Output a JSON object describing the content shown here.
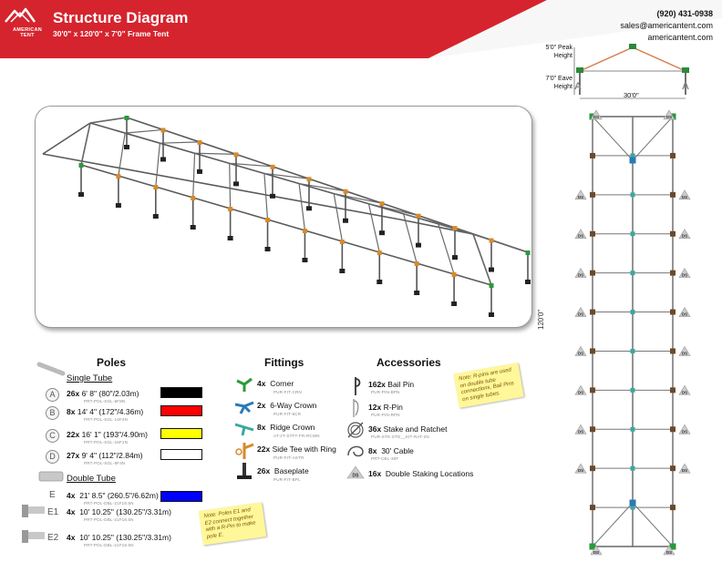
{
  "header": {
    "brand_line1": "AMERICAN",
    "brand_line2": "TENT",
    "title": "Structure Diagram",
    "subtitle": "30'0\" x 120'0\" x 7'0\" Frame Tent",
    "phone": "(920) 431-0938",
    "email": "sales@americantent.com",
    "website": "americantent.com",
    "colors": {
      "brand_red": "#d5242e"
    }
  },
  "elevation": {
    "peak_label": "5'0\" Peak Height",
    "eave_label": "7'0\" Eave Height",
    "width_label": "30'0\"",
    "pole_label": "A"
  },
  "plan": {
    "length_label": "120'0\"",
    "ds_label": "DS"
  },
  "poles": {
    "heading": "Poles",
    "single_heading": "Single Tube",
    "double_heading": "Double Tube",
    "items": [
      {
        "letter": "A",
        "qty": "26x",
        "size": "6' 8\" (80\"/2.03m)",
        "code": "PRT-POL-SGL-6F8N",
        "color": "#000000"
      },
      {
        "letter": "B",
        "qty": "8x",
        "size": "14' 4\" (172\"/4.36m)",
        "code": "PRT-POL-SGL-14F4N",
        "color": "#ff0000"
      },
      {
        "letter": "C",
        "qty": "22x",
        "size": "16' 1\" (193\"/4.90m)",
        "code": "PRT-POL-SGL-16F1N",
        "color": "#ffff00"
      },
      {
        "letter": "D",
        "qty": "27x",
        "size": "9' 4\" (112\"/2.84m)",
        "code": "PRT-POL-SGL-9F4N",
        "color": "#ffffff"
      },
      {
        "letter": "E",
        "qty": "4x",
        "size": "21' 8.5\" (260.5\"/6.62m)",
        "code": "PRT-POL-DBL-21F18.5N",
        "color": "#0000ff"
      },
      {
        "letter": "E1",
        "qty": "4x",
        "size": "10' 10.25\" (130.25\"/3.31m)",
        "code": "PRT-POL-DBL-21F18.5N"
      },
      {
        "letter": "E2",
        "qty": "4x",
        "size": "10' 10.25\" (130.25\"/3.31m)",
        "code": "PRT-POL-DBL-21F18.5N"
      }
    ],
    "note": "Note: Poles E1 and E2 connect together with a R-Pin to make pole E."
  },
  "fittings": {
    "heading": "Fittings",
    "items": [
      {
        "qty": "4x",
        "name": "Corner",
        "code": "PUR-FIT-CRN"
      },
      {
        "qty": "2x",
        "name": "6-Way Crown",
        "code": "PUR-FIT-6CR"
      },
      {
        "qty": "8x",
        "name": "Ridge Crown",
        "code": "AT-2T-STFT-FR-RCWN"
      },
      {
        "qty": "22x",
        "name": "Side Tee with Ring",
        "code": "PUR-FIT-ASTR"
      },
      {
        "qty": "26x",
        "name": "Baseplate",
        "code": "PUR-FIT-BPL"
      }
    ]
  },
  "accessories": {
    "heading": "Accessories",
    "items": [
      {
        "qty": "162x",
        "name": "Bail Pin",
        "code": "PUR-PIN-BPN"
      },
      {
        "qty": "12x",
        "name": "R-Pin",
        "code": "PUR-PIN-RPN"
      },
      {
        "qty": "36x",
        "name": "Stake and Ratchet",
        "code": "PUR-STK-STD__KIT-RAT-2N"
      },
      {
        "qty": "8x",
        "name": "30' Cable",
        "code": "PRT-CBL-30F"
      },
      {
        "qty": "16x",
        "name": "Double Staking Locations"
      }
    ],
    "note": "Note: R-pins are used on double tube connections, Bail Pins on single tubes."
  }
}
